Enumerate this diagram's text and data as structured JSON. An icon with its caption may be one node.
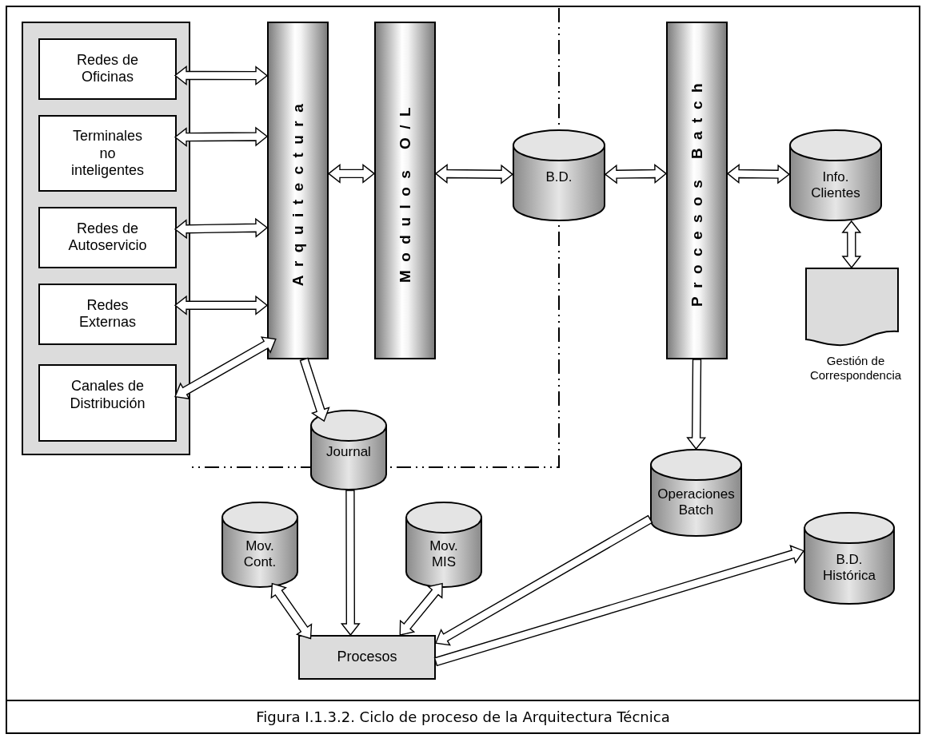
{
  "diagram": {
    "caption": "Figura I.1.3.2. Ciclo de proceso de la Arquitectura Técnica",
    "nodes": [
      {
        "text": [],
        "shape": "box"
      },
      {
        "text": [
          "Redes de Oficinas"
        ],
        "in": 0
      },
      {
        "text": [
          "Terminales no inteligentes"
        ],
        "in": 0
      },
      {
        "text": [
          "Redes de Autoservicio"
        ],
        "in": 0
      },
      {
        "text": [
          "Redes Externas"
        ],
        "in": 0
      },
      {
        "text": [
          "Canales de Distribución"
        ],
        "in": 0
      },
      {
        "text": [
          "Arquitectura"
        ]
      },
      {
        "text": [
          "Modulos O/L"
        ]
      },
      {
        "text": [
          "B.D."
        ]
      },
      {
        "text": [
          "Procesos Batch"
        ]
      },
      {
        "text": [
          "Info. Clientes"
        ]
      },
      {
        "text": [
          "Gestión de Correspondencia"
        ]
      },
      {
        "text": [
          "Journal"
        ]
      },
      {
        "text": [
          "Mov. Cont."
        ]
      },
      {
        "text": [
          "Mov. MIS"
        ]
      },
      {
        "text": [
          "Operaciones Batch"
        ]
      },
      {
        "text": [
          "B.D. Histórica"
        ]
      },
      {
        "text": [
          "Procesos"
        ]
      }
    ],
    "edges": [
      {
        "from": 1,
        "to": 6,
        "arrow": "both"
      },
      {
        "from": 2,
        "to": 6,
        "arrow": "both"
      },
      {
        "from": 3,
        "to": 6,
        "arrow": "both"
      },
      {
        "from": 4,
        "to": 6,
        "arrow": "both"
      },
      {
        "from": 5,
        "to": 6,
        "arrow": "both"
      },
      {
        "from": 6,
        "to": 7,
        "arrow": "both"
      },
      {
        "from": 7,
        "to": 8,
        "arrow": "both"
      },
      {
        "from": 8,
        "to": 9,
        "arrow": "both"
      },
      {
        "from": 9,
        "to": 10,
        "arrow": "both"
      },
      {
        "from": 10,
        "to": 11,
        "arrow": "both"
      },
      {
        "from": 6,
        "to": 12,
        "arrow": "to"
      },
      {
        "from": 9,
        "to": 15,
        "arrow": "to"
      },
      {
        "from": 12,
        "to": 17,
        "arrow": "to"
      },
      {
        "from": 13,
        "to": 17,
        "arrow": "both"
      },
      {
        "from": 14,
        "to": 17,
        "arrow": "both"
      },
      {
        "from": 15,
        "to": 17,
        "arrow": "to"
      },
      {
        "from": 17,
        "to": 16,
        "arrow": "to"
      }
    ]
  }
}
